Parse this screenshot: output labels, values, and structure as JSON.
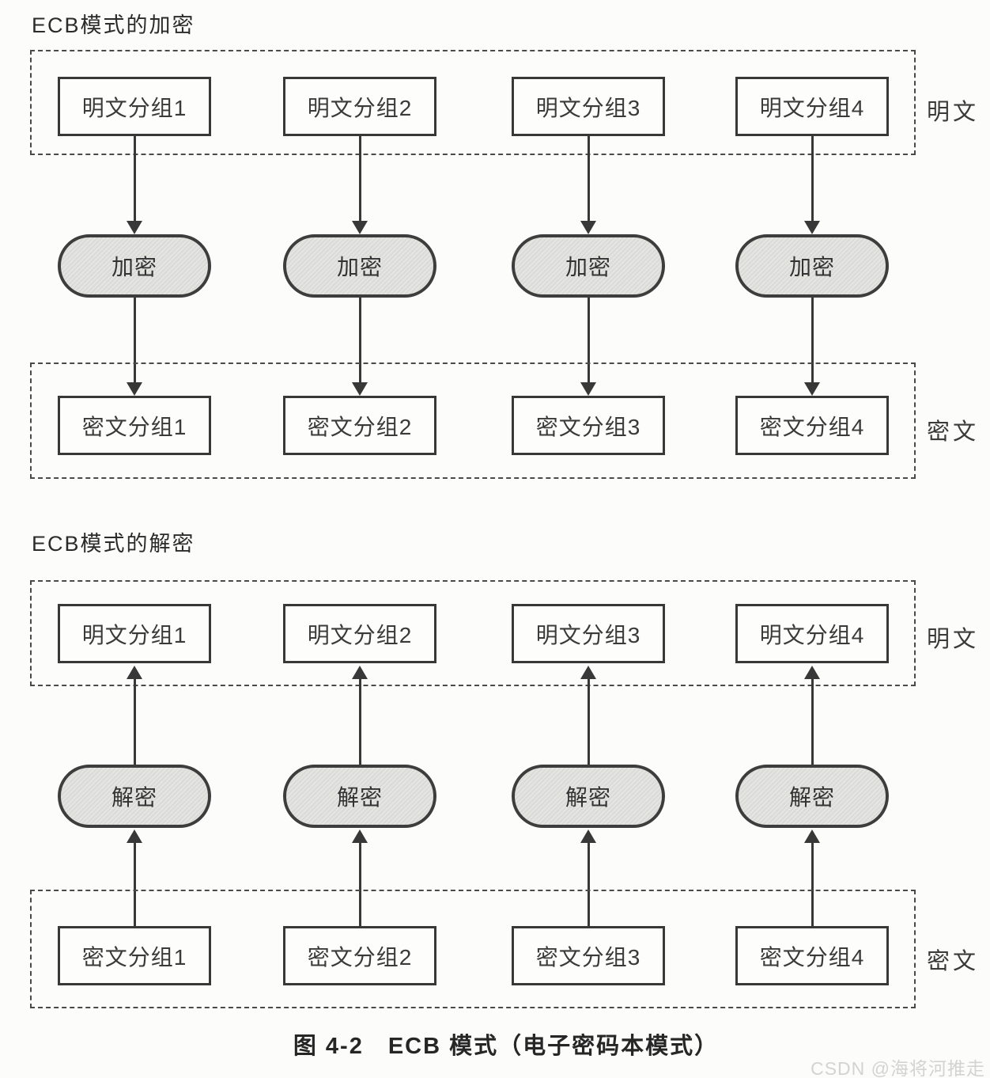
{
  "colors": {
    "line": "#383838",
    "oval_fill": "#e4e4e1",
    "dashed_border": "#4a4a4a",
    "watermark": "#d3d3d3",
    "background": "#fcfcfb"
  },
  "encryption": {
    "title": "ECB模式的加密",
    "operation": "加密",
    "plaintext_label": "明文",
    "ciphertext_label": "密文",
    "plaintext_blocks": [
      "明文分组1",
      "明文分组2",
      "明文分组3",
      "明文分组4"
    ],
    "ciphertext_blocks": [
      "密文分组1",
      "密文分组2",
      "密文分组3",
      "密文分组4"
    ]
  },
  "decryption": {
    "title": "ECB模式的解密",
    "operation": "解密",
    "plaintext_label": "明文",
    "ciphertext_label": "密文",
    "plaintext_blocks": [
      "明文分组1",
      "明文分组2",
      "明文分组3",
      "明文分组4"
    ],
    "ciphertext_blocks": [
      "密文分组1",
      "密文分组2",
      "密文分组3",
      "密文分组4"
    ]
  },
  "caption": "图 4-2　ECB 模式（电子密码本模式）",
  "watermark": "CSDN @海将河推走"
}
